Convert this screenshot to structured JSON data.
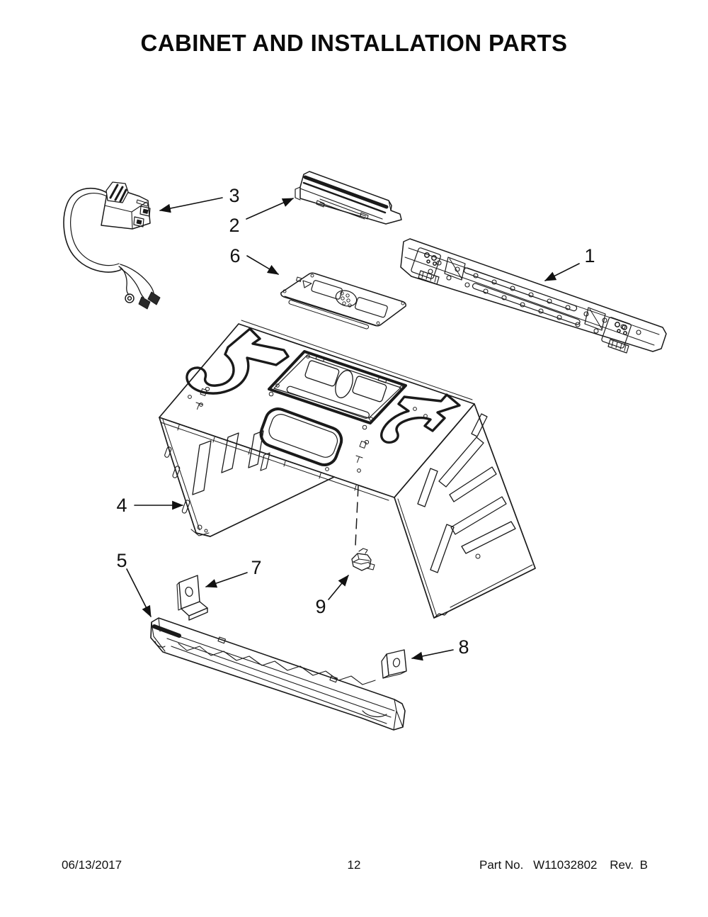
{
  "page": {
    "title": "CABINET AND INSTALLATION PARTS",
    "footer": {
      "date": "06/13/2017",
      "page_number": "12",
      "part_label": "Part No.",
      "part_number": "W11032802",
      "revision": "Rev. B"
    }
  },
  "diagram": {
    "type": "exploded-parts-diagram",
    "callouts": [
      {
        "number": "1"
      },
      {
        "number": "2"
      },
      {
        "number": "3"
      },
      {
        "number": "4"
      },
      {
        "number": "5"
      },
      {
        "number": "6"
      },
      {
        "number": "7"
      },
      {
        "number": "8"
      },
      {
        "number": "9"
      }
    ]
  }
}
